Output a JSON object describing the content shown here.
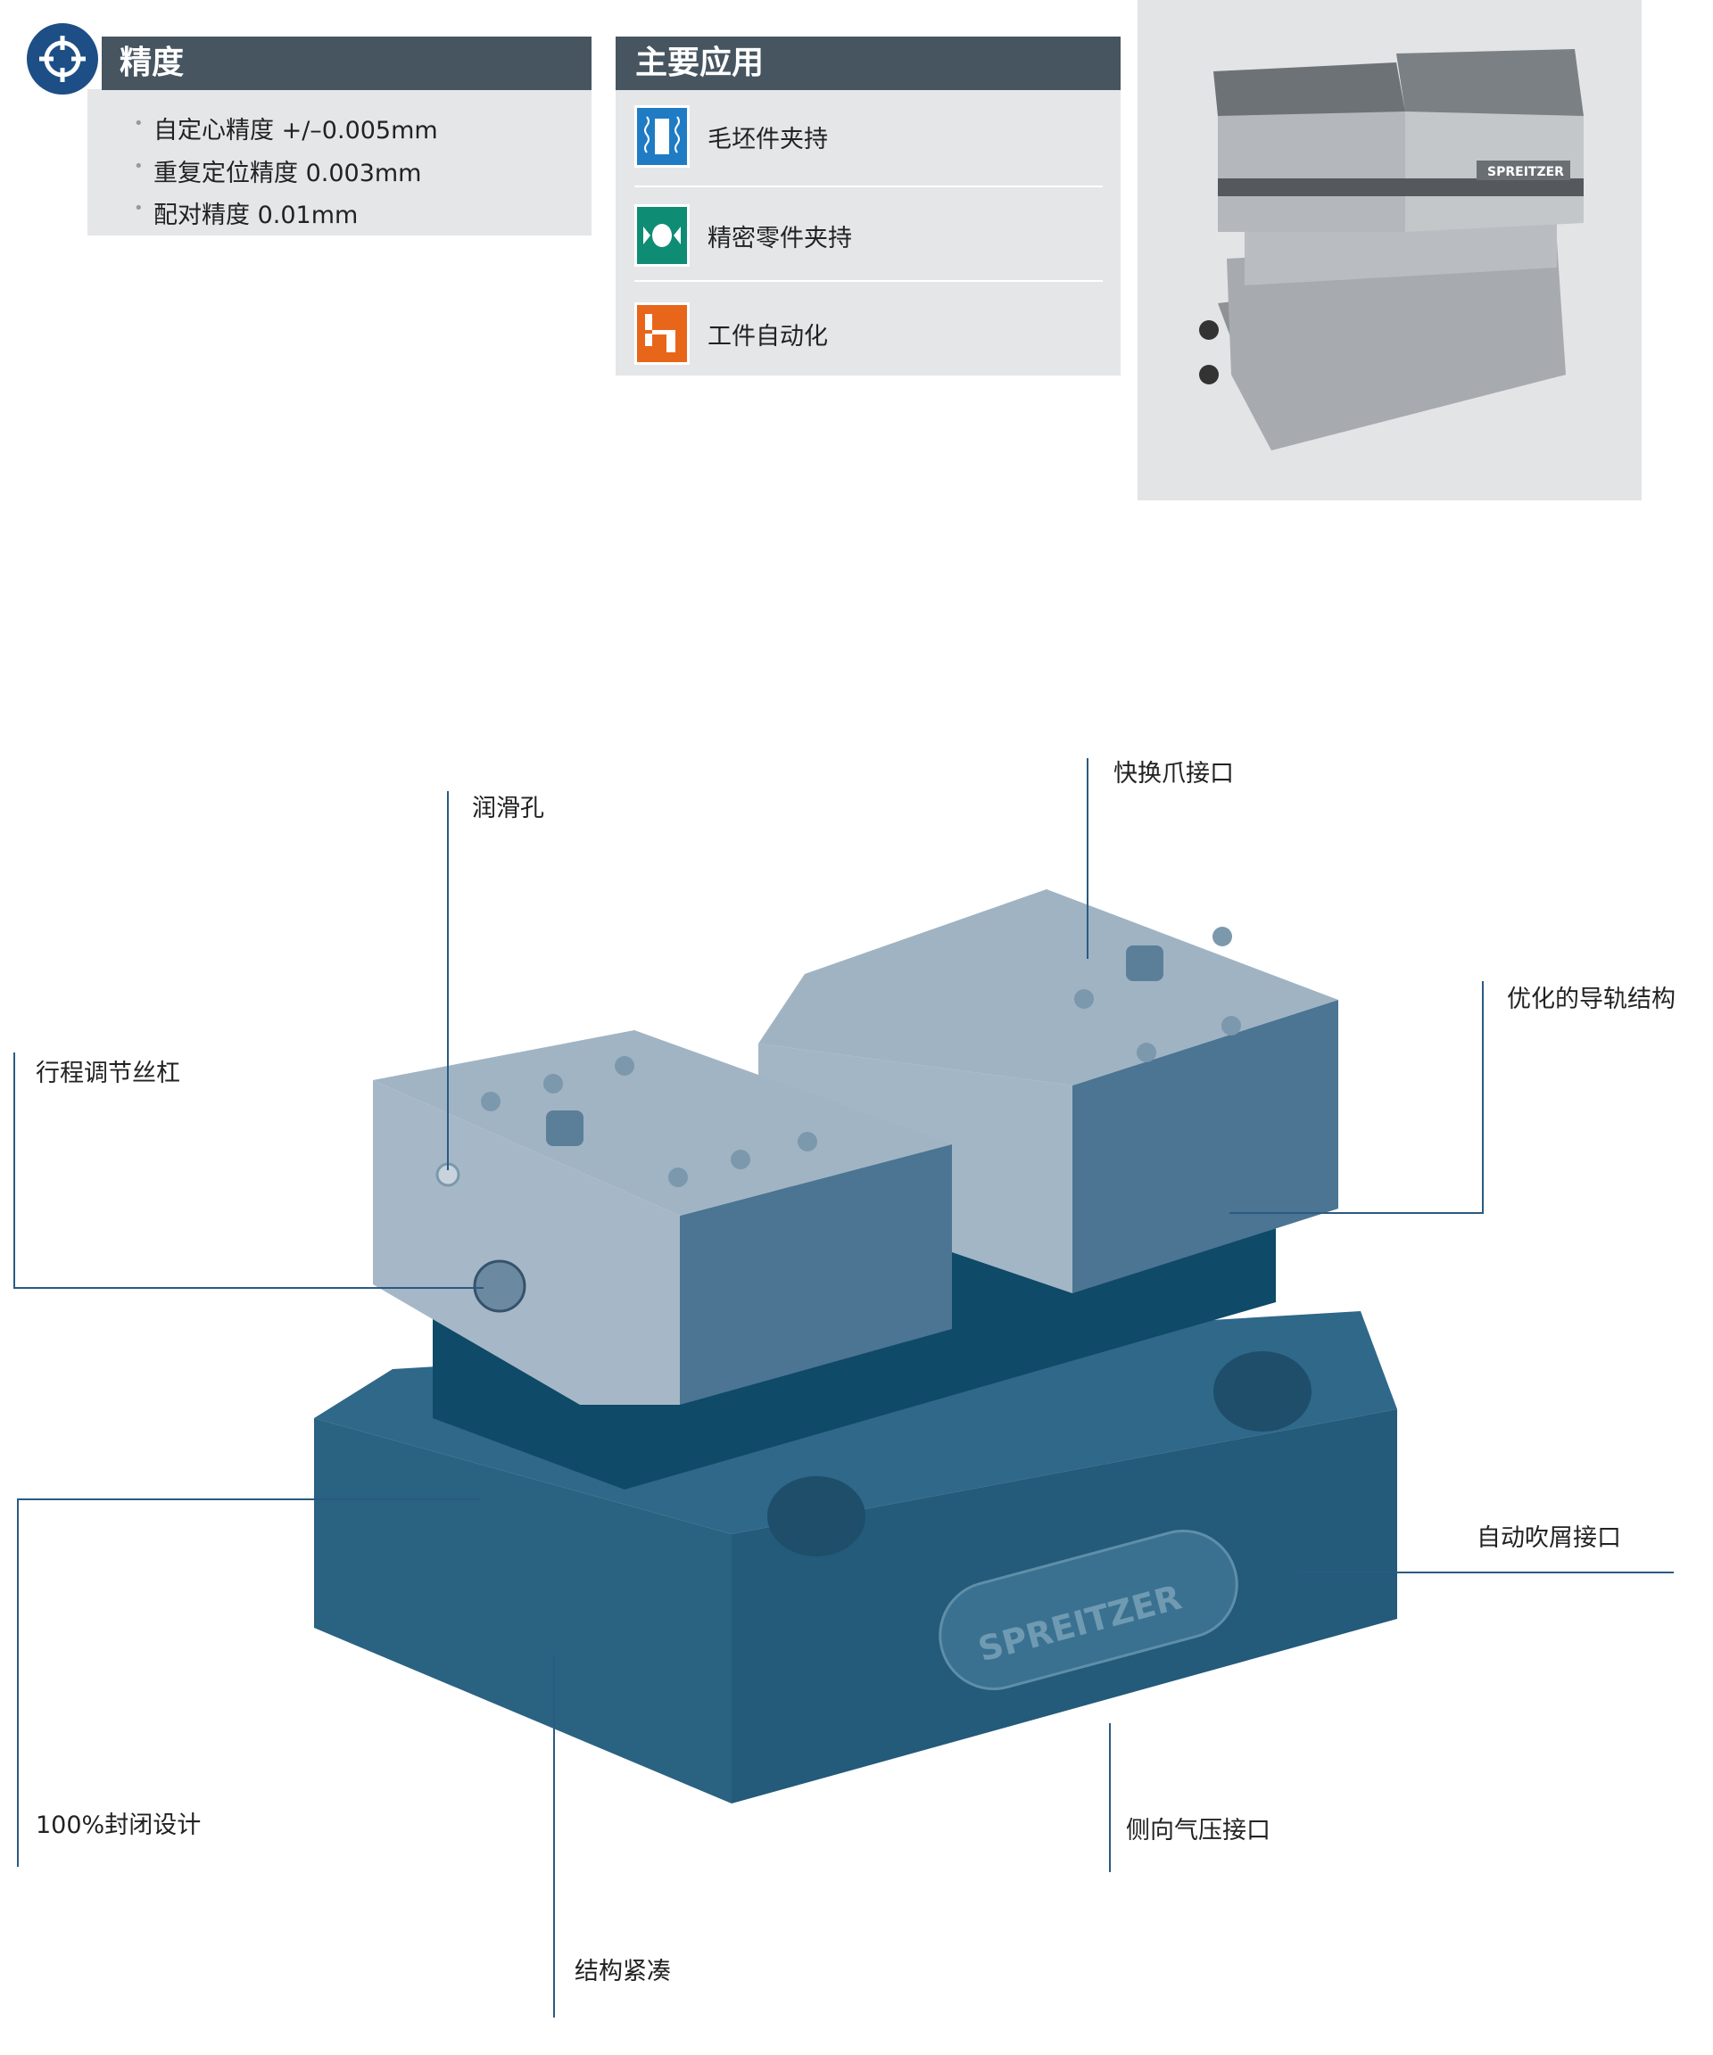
{
  "precision": {
    "title": "精度",
    "icon": "crosshair-icon",
    "items": [
      "自定心精度  +/–0.005mm",
      "重复定位精度 0.003mm",
      "配对精度 0.01mm"
    ]
  },
  "applications": {
    "title": "主要应用",
    "items": [
      {
        "label": "毛坯件夹持",
        "icon": "raw-part-clamping-icon",
        "color": "#1f7cc4"
      },
      {
        "label": "精密零件夹持",
        "icon": "precision-part-clamping-icon",
        "color": "#0f8c74"
      },
      {
        "label": "工件自动化",
        "icon": "automation-icon",
        "color": "#e8661a"
      }
    ]
  },
  "photo": {
    "brand": "SPREITZER"
  },
  "diagram": {
    "brand": "SPREITZER",
    "callouts": {
      "lubrication_hole": "润滑孔",
      "quick_jaw_interface": "快换爪接口",
      "optimized_guide": "优化的导轨结构",
      "stroke_screw": "行程调节丝杠",
      "chip_blow_port": "自动吹屑接口",
      "sealed_design": "100%封闭设计",
      "side_air_port": "侧向气压接口",
      "compact_structure": "结构紧凑"
    }
  },
  "colors": {
    "header": "#46555f",
    "panel": "#e5e6e8",
    "line": "#2b5a82",
    "body": "#285f7e",
    "jaw": "#a3b6c6"
  }
}
